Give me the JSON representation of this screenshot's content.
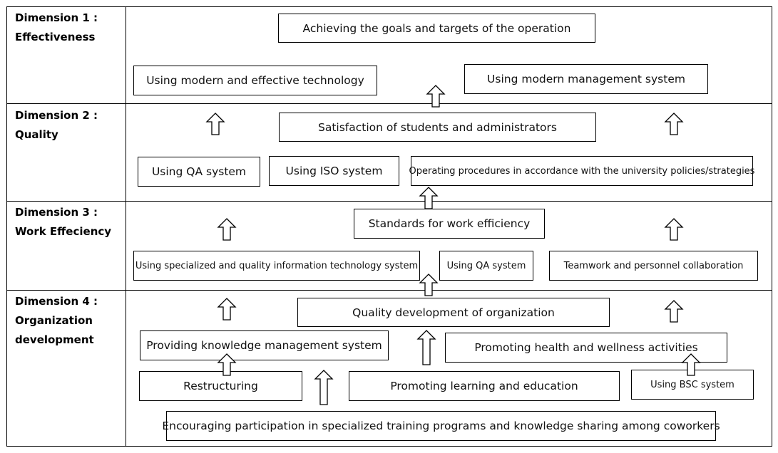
{
  "dimensions": [
    {
      "title": "Dimension 1 :",
      "name_lines": [
        "Effectiveness"
      ]
    },
    {
      "title": "Dimension 2 :",
      "name_lines": [
        "Quality"
      ]
    },
    {
      "title": "Dimension 3 :",
      "name_lines": [
        "Work Effeciency"
      ]
    },
    {
      "title": "Dimension 4 :",
      "name_lines": [
        "Organization",
        "development"
      ]
    }
  ],
  "boxes": {
    "achieving_goals": "Achieving the goals and targets of the operation",
    "modern_technology": "Using modern and effective technology",
    "modern_management": "Using modern management system",
    "satisfaction": "Satisfaction of students and administrators",
    "qa_system_quality": "Using QA system",
    "iso_system": "Using ISO system",
    "university_policies": "Operating procedures in accordance with the university policies/strategies",
    "standards_efficiency": "Standards for work efficiency",
    "specialized_it": "Using specialized and quality information technology system",
    "qa_system_efficiency": "Using QA system",
    "teamwork": "Teamwork and personnel collaboration",
    "quality_development": "Quality development of organization",
    "knowledge_management": "Providing knowledge management system",
    "health_wellness": "Promoting health and wellness activities",
    "restructuring": "Restructuring",
    "learning_education": "Promoting learning and education",
    "bsc_system": "Using BSC system",
    "training_programs": "Encouraging participation in specialized training programs and knowledge sharing among coworkers"
  },
  "arrow_icon": "hollow-up-arrow-icon",
  "colors": {
    "line": "#000000",
    "background": "#ffffff",
    "text": "#111111"
  }
}
